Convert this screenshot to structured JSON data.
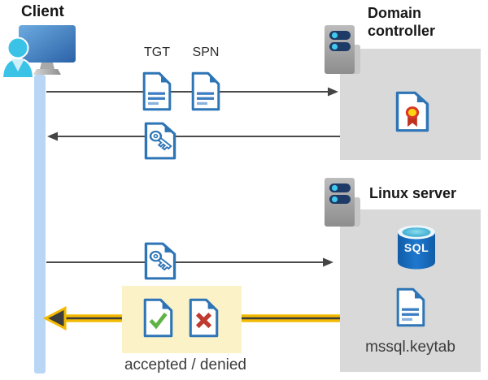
{
  "labels": {
    "client": "Client",
    "domain_controller": "Domain controller",
    "linux_server": "Linux server",
    "tgt": "TGT",
    "spn": "SPN",
    "sql": "SQL",
    "keytab": "mssql.keytab",
    "result": "accepted / denied"
  },
  "icons": {
    "client": "user-at-monitor-icon",
    "domain_controller": "server-tower-icon",
    "linux_server": "server-tower-icon",
    "tgt_ticket": "document-icon",
    "spn_ticket": "document-icon",
    "service_ticket": "key-document-icon",
    "certificate": "certificate-document-icon",
    "database": "sql-database-cylinder-icon",
    "keytab_file": "document-icon",
    "accepted": "check-document-icon",
    "denied": "cross-document-icon"
  },
  "colors": {
    "doc_blue": "#2e75b6",
    "panel_gray": "#d9d9d9",
    "timeline_blue": "#b9d7f5",
    "highlight_cream": "#fbf2c8",
    "arrow_dark": "#4a4a4a",
    "accent_yellow": "#f3ba00",
    "check_green": "#5fb346",
    "cross_red": "#bf3a2f",
    "sql_blue": "#1465b4",
    "person_cyan": "#3ac3e6"
  }
}
